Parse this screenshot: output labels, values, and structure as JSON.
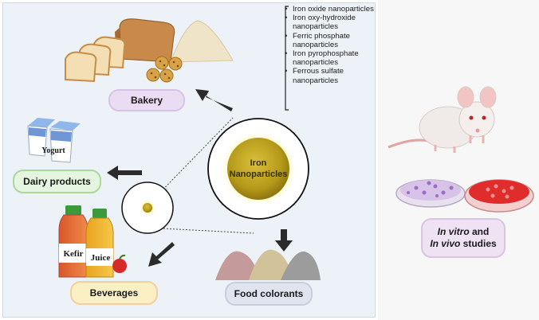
{
  "center": {
    "line1": "Iron",
    "line2": "Nanoparticles"
  },
  "iron_types": [
    "Iron oxide nanoparticles",
    "Iron oxy-hydroxide nanoparticles",
    "Ferric phosphate nanoparticles",
    "Iron pyrophosphate nanoparticles",
    "Ferrous sulfate nanoparticles"
  ],
  "applications": {
    "bakery": "Bakery",
    "dairy": "Dairy products",
    "beverages": "Beverages",
    "colorants": "Food colorants"
  },
  "product_labels": {
    "yogurt": "Yogurt",
    "kefir": "Kefir",
    "juice": "Juice"
  },
  "studies": {
    "in_vitro": "In vitro",
    "and": " and",
    "in_vivo": "In vivo",
    "studies": " studies"
  },
  "colors": {
    "panel_bg": "#edf2f8",
    "bakery_pill": "#eadcf2",
    "dairy_pill": "#e5f5df",
    "beverages_pill": "#fbf0c4",
    "colorants_pill": "#dfe4ee",
    "studies_pill": "#efe3f3",
    "arrow": "#2b2b2b",
    "particle": "#b59a1a"
  }
}
